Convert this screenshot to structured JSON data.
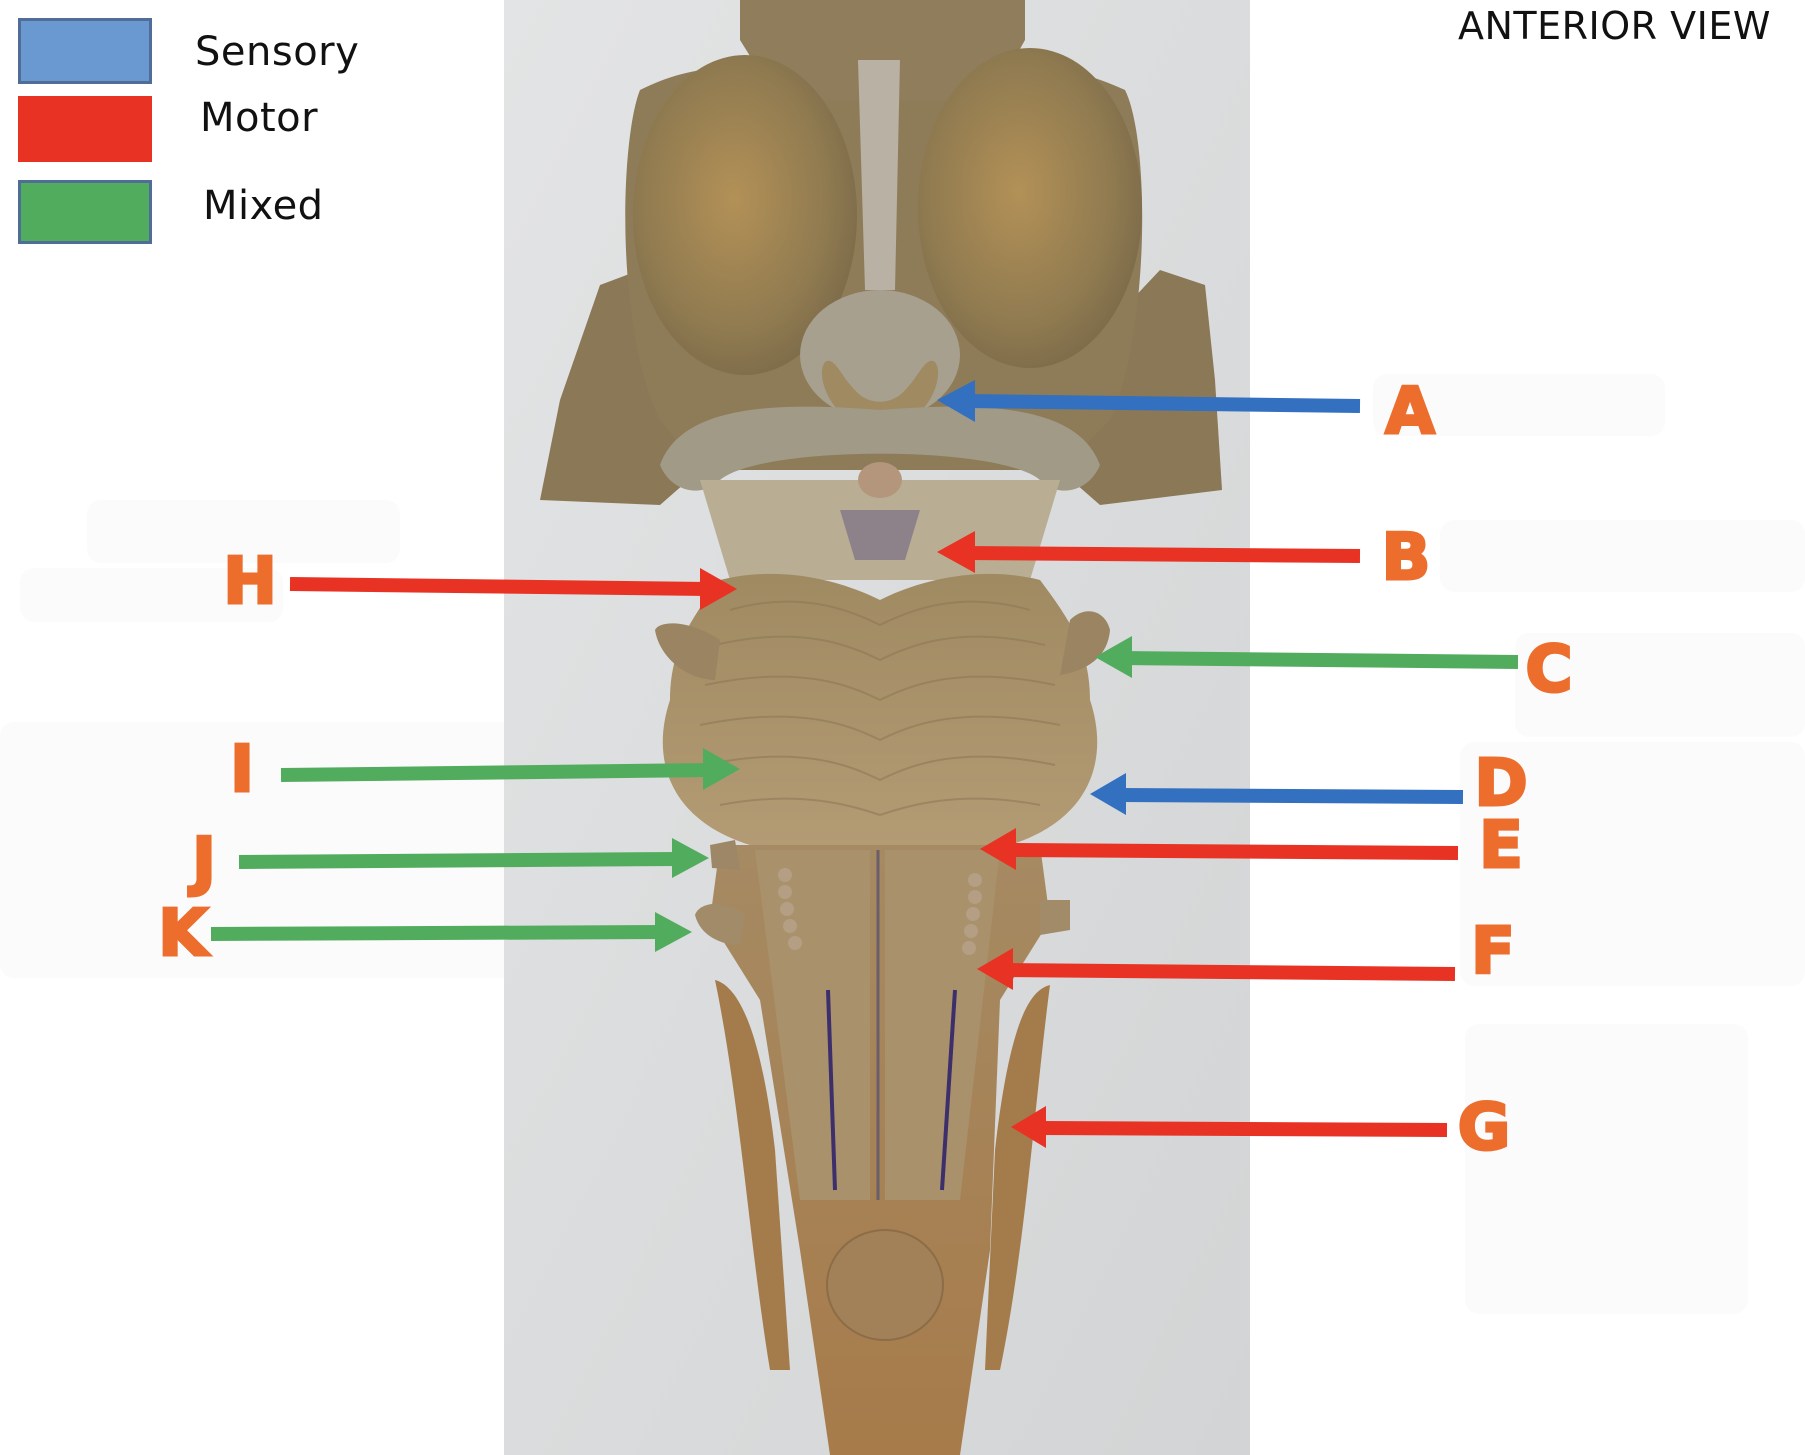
{
  "title": "ANTERIOR VIEW",
  "legend": [
    {
      "label": "Sensory",
      "color": "#6a98d0",
      "border": "#4f6d96"
    },
    {
      "label": "Motor",
      "color": "#e83224",
      "border": "#e83224"
    },
    {
      "label": "Mixed",
      "color": "#52ac5e",
      "border": "#4f6d96"
    }
  ],
  "colors": {
    "sensory": "#3370c0",
    "motor": "#e83224",
    "mixed": "#52ac5e",
    "marker": "#ec6d2c",
    "photo_bg": "#dcdedf",
    "model": "#a58f6c"
  },
  "markers": [
    {
      "id": "A",
      "type": "Sensory",
      "side": "right"
    },
    {
      "id": "B",
      "type": "Motor",
      "side": "right"
    },
    {
      "id": "C",
      "type": "Mixed",
      "side": "right"
    },
    {
      "id": "D",
      "type": "Sensory",
      "side": "right"
    },
    {
      "id": "E",
      "type": "Motor",
      "side": "right"
    },
    {
      "id": "F",
      "type": "Motor",
      "side": "right"
    },
    {
      "id": "G",
      "type": "Motor",
      "side": "right"
    },
    {
      "id": "H",
      "type": "Motor",
      "side": "left"
    },
    {
      "id": "I",
      "type": "Mixed",
      "side": "left"
    },
    {
      "id": "J",
      "type": "Mixed",
      "side": "left"
    },
    {
      "id": "K",
      "type": "Mixed",
      "side": "left"
    }
  ],
  "answer_boxes": [
    {
      "for": "A",
      "value": ""
    },
    {
      "for": "B",
      "value": ""
    },
    {
      "for": "C",
      "value": ""
    },
    {
      "for": "D-F",
      "value": ""
    },
    {
      "for": "G",
      "value": ""
    },
    {
      "for": "H-upper",
      "value": ""
    },
    {
      "for": "H-lower",
      "value": ""
    },
    {
      "for": "I-K",
      "value": ""
    }
  ]
}
